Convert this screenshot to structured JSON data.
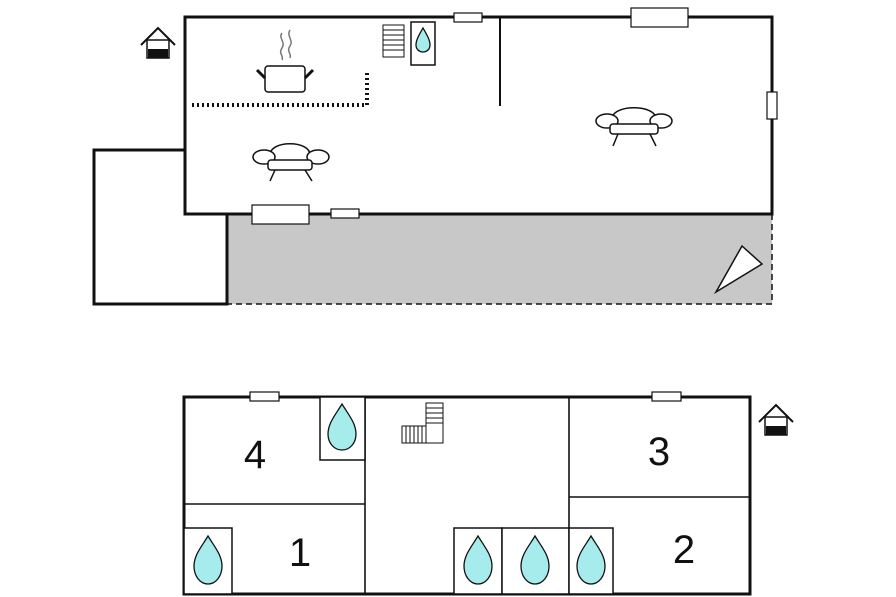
{
  "ground_floor": {
    "icons": [
      "entrance-icon",
      "kitchen-icon",
      "sofa-icon",
      "sofa-icon",
      "staircase-icon",
      "bathroom-icon",
      "terrace-icon"
    ]
  },
  "upper_floor": {
    "rooms": [
      {
        "number": "4"
      },
      {
        "number": "1"
      },
      {
        "number": "3"
      },
      {
        "number": "2"
      }
    ],
    "icons": [
      "entrance-icon",
      "staircase-icon",
      "bathroom-icon"
    ]
  },
  "colors": {
    "terrace_fill": "#c8c8c8",
    "water_drop": "#a6ecec",
    "walls": "#111111"
  }
}
